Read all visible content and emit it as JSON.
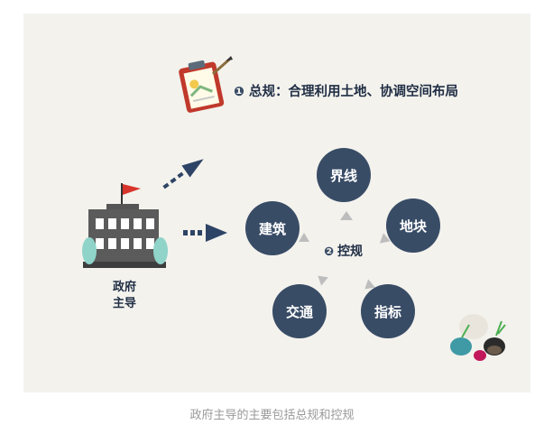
{
  "zonggui": {
    "badge": "❶",
    "text": "总规：合理利用土地、协调空间布局"
  },
  "government": {
    "line1": "政府",
    "line2": "主导"
  },
  "konggui": {
    "badge": "❷",
    "label": "控规"
  },
  "nodes": {
    "jiexian": "界线",
    "dikuai": "地块",
    "zhibiao": "指标",
    "jiaotong": "交通",
    "jianzhu": "建筑"
  },
  "caption": "政府主导的主要包括总规和控规",
  "colors": {
    "panel": "#f3f2ed",
    "node": "#394c66",
    "arrow": "#2e4466",
    "badge": "#394c66",
    "cycle_arrow": "#bdbdbd",
    "text": "#1f2d44",
    "caption": "#9a9a9a"
  }
}
